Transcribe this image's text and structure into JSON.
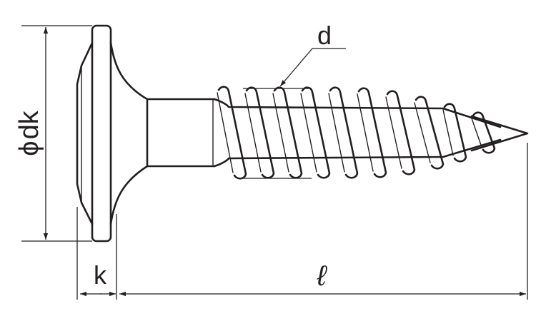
{
  "labels": {
    "thread_diameter": "d",
    "head_diameter_symbol": "ϕ",
    "head_diameter": "dk",
    "head_height": "k",
    "length": "ℓ"
  },
  "colors": {
    "ink": "#231f20",
    "background": "#ffffff"
  }
}
